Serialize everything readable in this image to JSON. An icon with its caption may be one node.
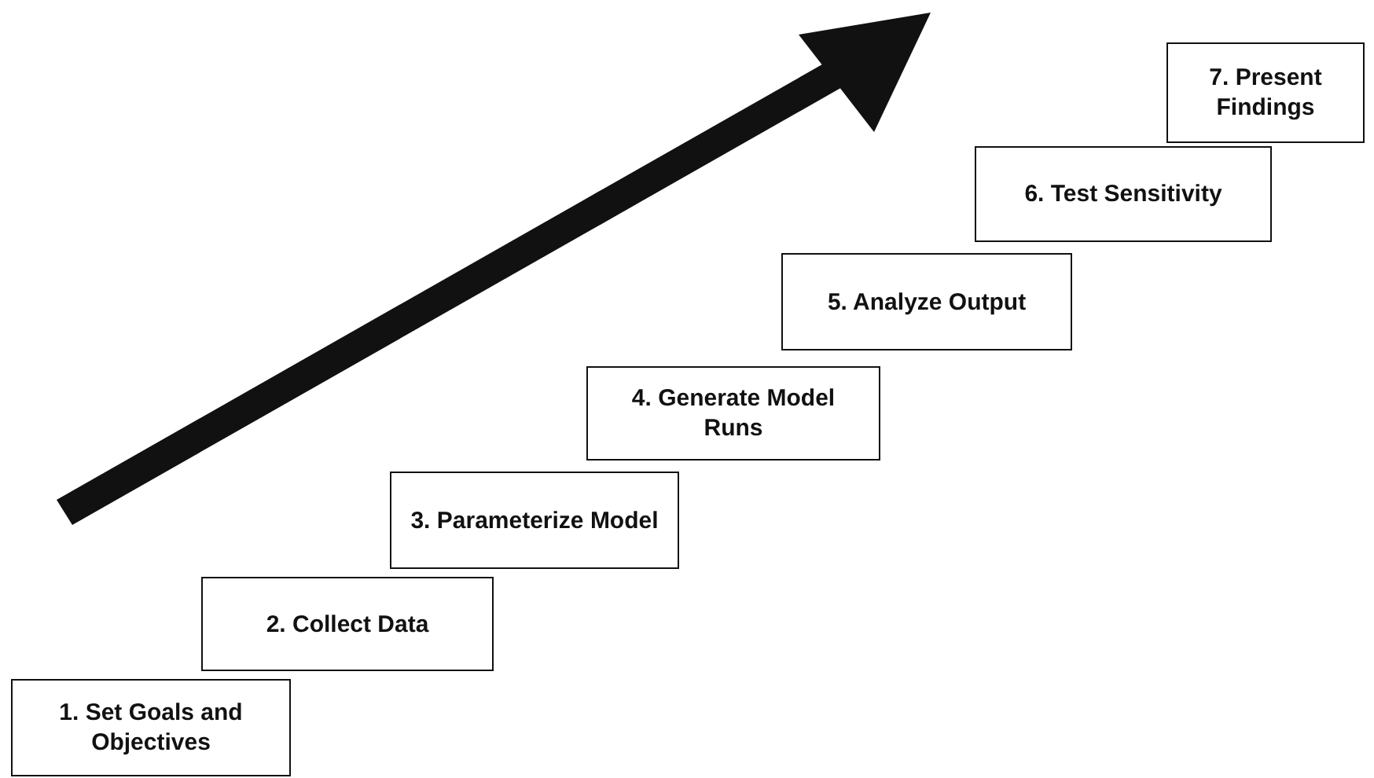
{
  "diagram": {
    "nodes": [
      {
        "text": [
          "1. Set Goals and Objectives"
        ]
      },
      {
        "text": [
          "2. Collect Data"
        ]
      },
      {
        "text": [
          "3. Parameterize Model"
        ]
      },
      {
        "text": [
          "4. Generate Model Runs"
        ]
      },
      {
        "text": [
          "5. Analyze Output"
        ]
      },
      {
        "text": [
          "6. Test Sensitivity"
        ]
      },
      {
        "text": [
          "7. Present Findings"
        ]
      }
    ]
  }
}
